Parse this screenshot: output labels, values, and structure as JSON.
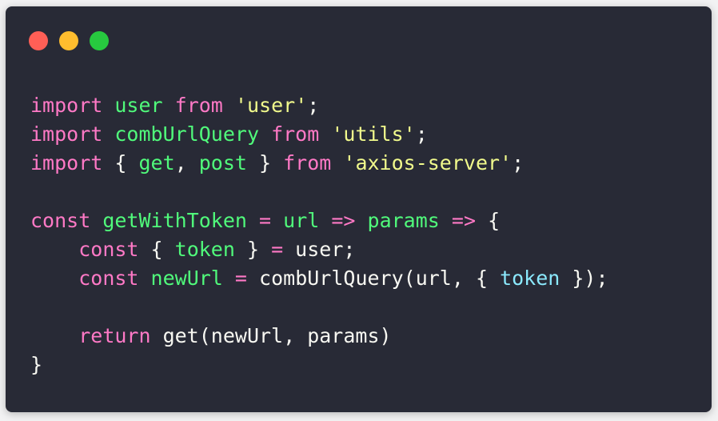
{
  "window": {
    "controls": {
      "close_color": "#ff5f56",
      "minimize_color": "#ffbd2e",
      "maximize_color": "#27c93f"
    }
  },
  "code": {
    "colors": {
      "background": "#282a36",
      "keyword": "#ff79c6",
      "identifier": "#50fa7b",
      "string": "#f1fa8c",
      "parameter": "#8be9fd",
      "plain": "#f8f8f2"
    },
    "lines": [
      [
        {
          "t": "import",
          "c": "kw"
        },
        {
          "t": " ",
          "c": "pl"
        },
        {
          "t": "user",
          "c": "fn"
        },
        {
          "t": " ",
          "c": "pl"
        },
        {
          "t": "from",
          "c": "kw"
        },
        {
          "t": " ",
          "c": "pl"
        },
        {
          "t": "'user'",
          "c": "str"
        },
        {
          "t": ";",
          "c": "pl"
        }
      ],
      [
        {
          "t": "import",
          "c": "kw"
        },
        {
          "t": " ",
          "c": "pl"
        },
        {
          "t": "combUrlQuery",
          "c": "fn"
        },
        {
          "t": " ",
          "c": "pl"
        },
        {
          "t": "from",
          "c": "kw"
        },
        {
          "t": " ",
          "c": "pl"
        },
        {
          "t": "'utils'",
          "c": "str"
        },
        {
          "t": ";",
          "c": "pl"
        }
      ],
      [
        {
          "t": "import",
          "c": "kw"
        },
        {
          "t": " { ",
          "c": "pl"
        },
        {
          "t": "get",
          "c": "fn"
        },
        {
          "t": ", ",
          "c": "pl"
        },
        {
          "t": "post",
          "c": "fn"
        },
        {
          "t": " } ",
          "c": "pl"
        },
        {
          "t": "from",
          "c": "kw"
        },
        {
          "t": " ",
          "c": "pl"
        },
        {
          "t": "'axios-server'",
          "c": "str"
        },
        {
          "t": ";",
          "c": "pl"
        }
      ],
      [],
      [
        {
          "t": "const",
          "c": "kw"
        },
        {
          "t": " ",
          "c": "pl"
        },
        {
          "t": "getWithToken",
          "c": "fn"
        },
        {
          "t": " ",
          "c": "pl"
        },
        {
          "t": "=",
          "c": "kw"
        },
        {
          "t": " ",
          "c": "pl"
        },
        {
          "t": "url",
          "c": "fn"
        },
        {
          "t": " ",
          "c": "pl"
        },
        {
          "t": "=>",
          "c": "kw"
        },
        {
          "t": " ",
          "c": "pl"
        },
        {
          "t": "params",
          "c": "fn"
        },
        {
          "t": " ",
          "c": "pl"
        },
        {
          "t": "=>",
          "c": "kw"
        },
        {
          "t": " {",
          "c": "pl"
        }
      ],
      [
        {
          "t": "    ",
          "c": "pl"
        },
        {
          "t": "const",
          "c": "kw"
        },
        {
          "t": " { ",
          "c": "pl"
        },
        {
          "t": "token",
          "c": "fn"
        },
        {
          "t": " } ",
          "c": "pl"
        },
        {
          "t": "=",
          "c": "kw"
        },
        {
          "t": " user;",
          "c": "pl"
        }
      ],
      [
        {
          "t": "    ",
          "c": "pl"
        },
        {
          "t": "const",
          "c": "kw"
        },
        {
          "t": " ",
          "c": "pl"
        },
        {
          "t": "newUrl",
          "c": "fn"
        },
        {
          "t": " ",
          "c": "pl"
        },
        {
          "t": "=",
          "c": "kw"
        },
        {
          "t": " combUrlQuery(url, { ",
          "c": "pl"
        },
        {
          "t": "token",
          "c": "prm"
        },
        {
          "t": " });",
          "c": "pl"
        }
      ],
      [],
      [
        {
          "t": "    ",
          "c": "pl"
        },
        {
          "t": "return",
          "c": "kw"
        },
        {
          "t": " get(newUrl, params)",
          "c": "pl"
        }
      ],
      [
        {
          "t": "}",
          "c": "pl"
        }
      ]
    ]
  }
}
